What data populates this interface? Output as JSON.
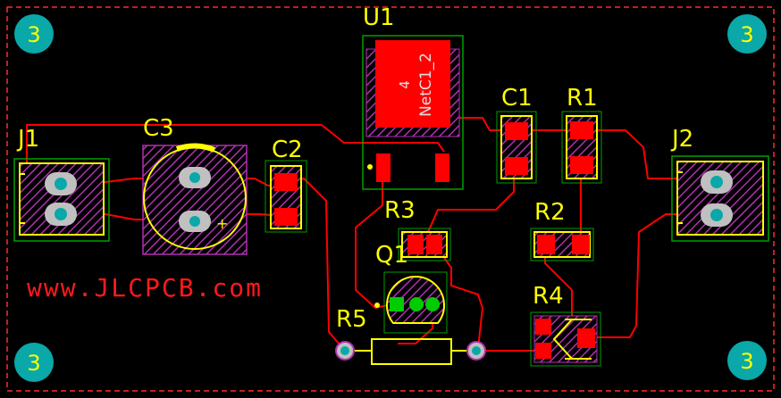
{
  "corner_marks": [
    "3",
    "3",
    "3",
    "3"
  ],
  "designators": {
    "u1": "U1",
    "c1": "C1",
    "r1": "R1",
    "c2": "C2",
    "c3": "C3",
    "j1": "J1",
    "j2": "J2",
    "r2": "R2",
    "r3": "R3",
    "q1": "Q1",
    "r4": "R4",
    "r5": "R5"
  },
  "u1_pad": {
    "number": "4",
    "net": "NetC1_2"
  },
  "c3_polarity": "+",
  "silkscreen_text": "www.JLCPCB.com",
  "colors": {
    "background": "#000000",
    "top_copper": "#ff0000",
    "silkscreen": "#ffff00",
    "outline": "#ff0000",
    "component_hatch": "#b030b0",
    "courtyard": "#00a000",
    "through_hole": "#00cc00",
    "mounting_hole": "#0aa8a8",
    "pad_ring": "#c0c0c0"
  }
}
